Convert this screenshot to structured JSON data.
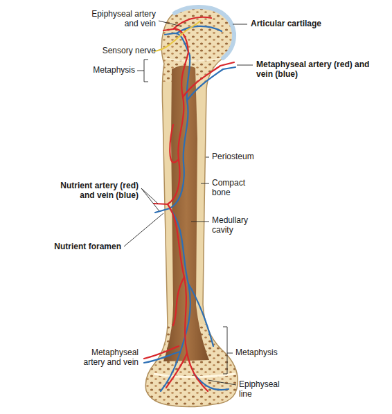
{
  "diagram": {
    "labels": [
      "Epiphyseal artery and vein",
      "Sensory nerve",
      "Metaphysis",
      "Articular cartilage",
      "Metaphyseal artery (red) and vein (blue)",
      "Periosteum",
      "Nutrient artery (red) and vein (blue)",
      "Compact bone",
      "Medullary cavity",
      "Nutrient foramen",
      "Metaphyseal artery and vein",
      "Metaphysis",
      "Epiphyseal line"
    ]
  }
}
